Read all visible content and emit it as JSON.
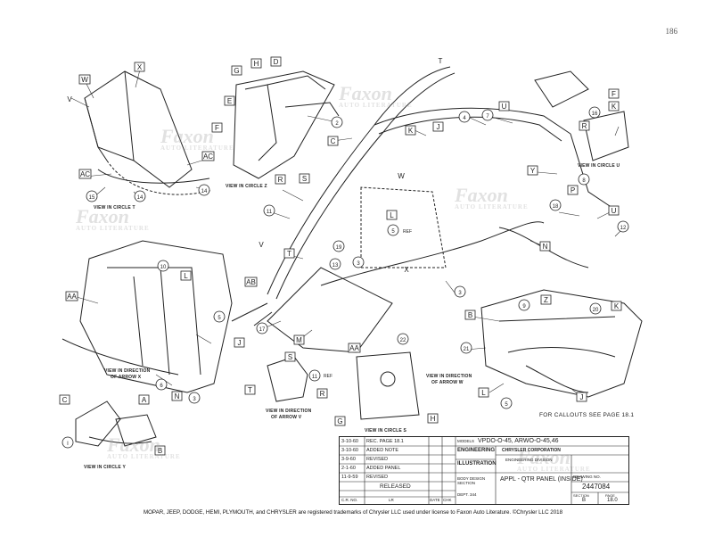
{
  "page_number": "186",
  "footer_text": "MOPAR, JEEP, DODGE, HEMI, PLYMOUTH, and CHRYSLER are registered trademarks of Chrysler LLC used under license to Faxon Auto Literature. ©Chrysler LLC 2018",
  "callouts_note": "FOR CALLOUTS SEE PAGE 18.1",
  "watermark": {
    "brand": "Faxon",
    "tagline": "AUTO LITERATURE"
  },
  "captions": {
    "circle_z": "VIEW IN CIRCLE Z",
    "circle_t": "VIEW IN CIRCLE T",
    "circle_u": "VIEW IN CIRCLE U",
    "arrow_x_1": "VIEW IN DIRECTION",
    "arrow_x_2": "OF ARROW X",
    "arrow_w_1": "VIEW IN DIRECTION",
    "arrow_w_2": "OF ARROW W",
    "arrow_v_1": "VIEW IN DIRECTION",
    "arrow_v_2": "OF ARROW V",
    "circle_s": "VIEW IN CIRCLE S",
    "circle_y": "VIEW IN CIRCLE Y"
  },
  "callout_labels": {
    "x": "X",
    "w": "W",
    "v_top": "V",
    "ac1": "AC",
    "ac2": "AC",
    "n14a": "14",
    "n14b": "14",
    "n15": "15",
    "g": "G",
    "h": "H",
    "d": "D",
    "e": "E",
    "f": "F",
    "n2": "2",
    "c": "C",
    "t": "T",
    "n4": "4",
    "n7": "7",
    "u1": "U",
    "k1": "K",
    "j1": "J",
    "f2": "F",
    "k2": "K",
    "n16": "16",
    "r1": "R",
    "s1": "S",
    "r2": "R",
    "n11": "11",
    "t2": "T",
    "v2": "V",
    "l1": "L",
    "n5": "5",
    "ref": "REF",
    "y": "Y",
    "n8": "8",
    "p": "P",
    "n18": "18",
    "u2": "U",
    "n12": "12",
    "n": "N",
    "n19": "19",
    "n3": "3",
    "n13": "13",
    "x2": "X",
    "n3b": "3",
    "n10": "10",
    "l2": "L",
    "aa1": "AA",
    "ab": "AB",
    "n5b": "5",
    "j2": "J",
    "n17": "17",
    "m": "M",
    "n6": "6",
    "n3c": "3",
    "n_b": "N",
    "b": "B",
    "n9": "9",
    "z": "Z",
    "n20": "20",
    "k3": "K",
    "n21": "21",
    "l3": "L",
    "n5c": "5",
    "j3": "J",
    "s2": "S",
    "n11b": "11",
    "ref2": "REF",
    "t3": "T",
    "r3": "R",
    "aa2": "AA",
    "n22": "22",
    "g2": "G",
    "h2": "H",
    "c2": "C",
    "a": "A",
    "i": "I",
    "b2": "B"
  },
  "title_block": {
    "models_label": "MODELS",
    "models_value": "VPDO-O-45, ARWO-O-45,46",
    "revisions": [
      "REC. PAGE 18.1",
      "ADDED NOTE",
      "REVISED",
      "ADDED PANEL",
      "REVISED"
    ],
    "rev_codes": [
      "3-10-60",
      "3-10-60",
      "3-9-60",
      "2-1-60",
      "11-9-59"
    ],
    "engineering_label": "ENGINEERING",
    "illustration_label": "ILLUSTRATION",
    "corporation": "CHRYSLER CORPORATION",
    "division": "ENGINEERING DIVISION",
    "section_label": "BODY DESIGN SECTION",
    "dept": "DEPT. 344",
    "released": "RELEASED",
    "title": "APPL - QTR PANEL (INSIDE)",
    "drawing_no_label": "DRAWING NO.",
    "drawing_no": "2447084",
    "section_col": "SECTION",
    "page_col": "PAGE",
    "section": "B",
    "page": "18.0",
    "cr_no": "C.R. NO.",
    "lr": "LR",
    "date_col": "DATE",
    "chk_col": "CHK"
  }
}
